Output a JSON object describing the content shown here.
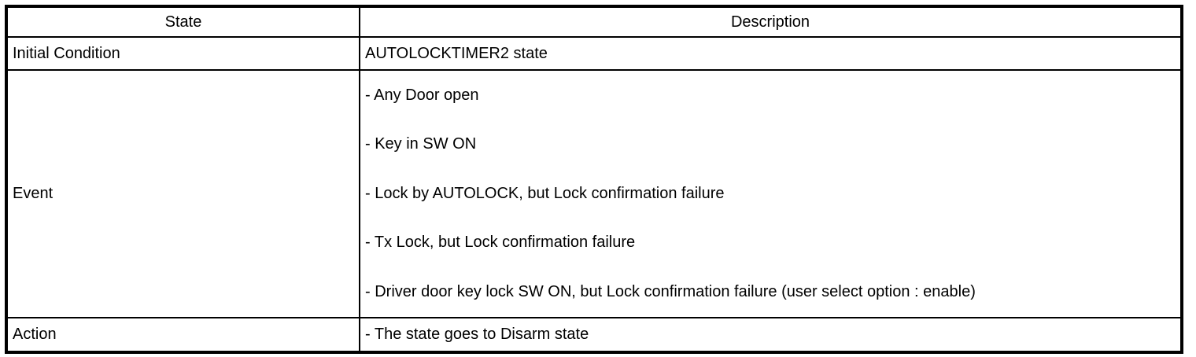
{
  "colors": {
    "background": "#ffffff",
    "border": "#000000",
    "text": "#000000"
  },
  "table": {
    "headers": [
      "State",
      "Description"
    ],
    "rows": [
      {
        "state": "Initial Condition",
        "description": [
          "AUTOLOCKTIMER2 state"
        ]
      },
      {
        "state": "Event",
        "description": [
          "- Any Door open",
          "- Key in SW ON",
          "- Lock by AUTOLOCK, but Lock confirmation failure",
          "- Tx Lock, but Lock confirmation failure",
          "- Driver door key lock SW ON, but Lock confirmation failure (user select option : enable)"
        ]
      },
      {
        "state": "Action",
        "description": [
          "- The state goes to Disarm state"
        ]
      }
    ]
  }
}
